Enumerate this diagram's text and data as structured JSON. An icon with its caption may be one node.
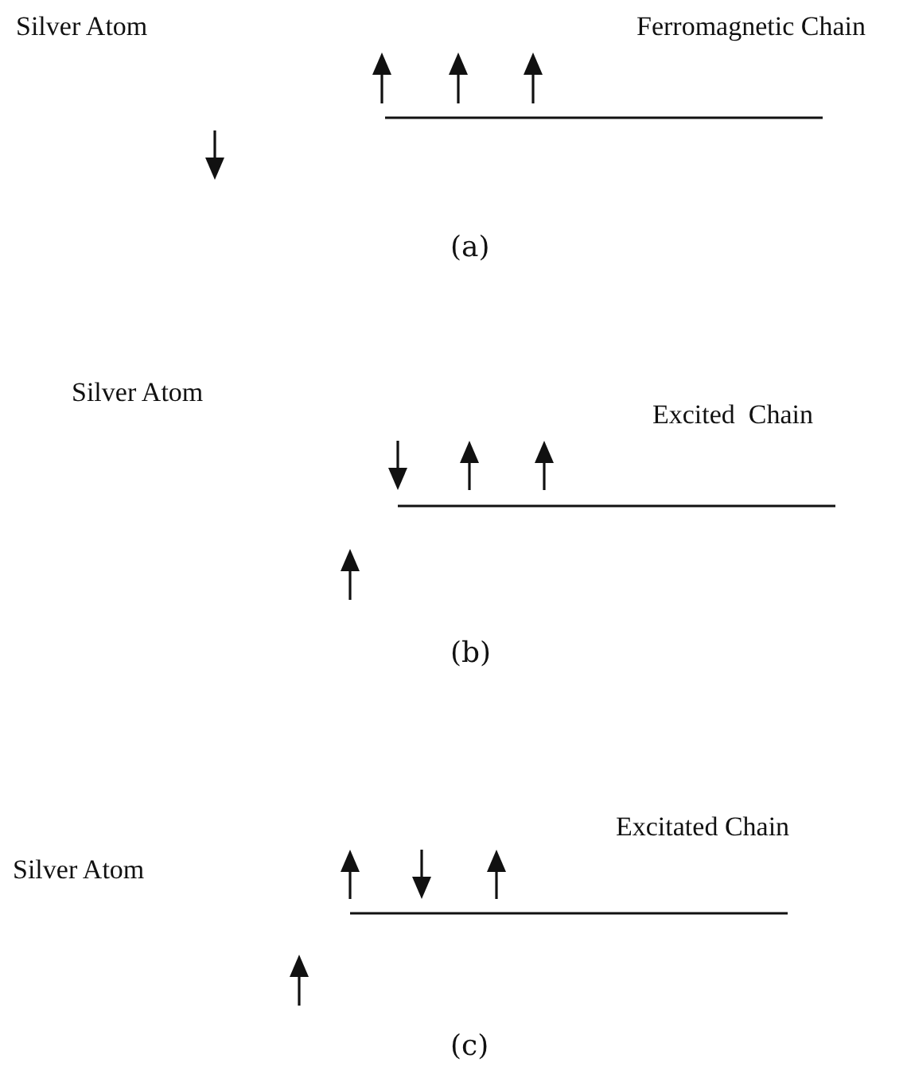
{
  "diagram": {
    "labels": [
      "Silver Atom",
      "Ferromagnetic Chain",
      "(a)",
      "Silver Atom",
      "Excited  Chain",
      "(b)",
      "Excitated Chain",
      "Silver Atom",
      "(c)"
    ]
  }
}
